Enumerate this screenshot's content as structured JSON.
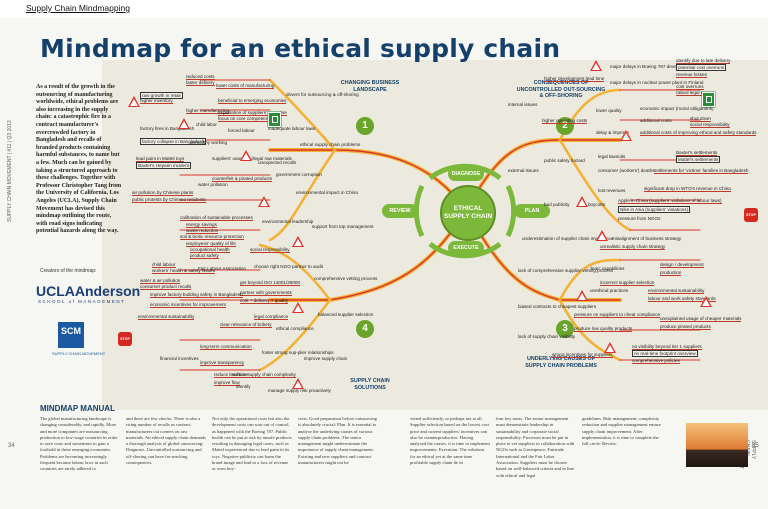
{
  "header": {
    "section": "Supply Chain Mindmapping",
    "title": "Mindmap for an ethical supply chain"
  },
  "intro": "As a result of the growth in the outsourcing of manufacturing worldwide, ethical problems are also increasing in the supply chain: a catastrophic fire in a contract manufacturer's overcrowded factory in Bangladesh and recalls of branded products containing harmful substances, to name but a few. Much can be gained by taking a structured approach to these challenges. Together with Professor Christopher Tang from the University of California, Los Angeles (UCLA), Supply Chain Movement has devised this mindmap outlining the route, with road signs indicating potential hazards along the way.",
  "creators": {
    "label": "Creators of the mindmap:",
    "ucla": "UCLAAnderson",
    "ucla_sub": "SCHOOL of MANAGEMENT",
    "scm": "SCM",
    "scm_sub": "SUPPLY CHAIN MOVEMENT"
  },
  "center": "ETHICAL SUPPLY CHAIN",
  "phases": {
    "diagnose": "DIAGNOSE",
    "plan": "PLAN",
    "execute": "EXECUTE",
    "review": "REVIEW"
  },
  "numbers": [
    "1",
    "2",
    "3",
    "4"
  ],
  "branches": {
    "b1": "CHANGING BUSINESS LANDSCAPE",
    "b2": "CONSEQUENCES OF UNCONTROLLED OUT-SOURCING & OFF-SHORING",
    "b3": "UNDERLYING CAUSES OF SUPPLY CHAIN PROBLEMS",
    "b4": "SUPPLY CHAIN SOLUTIONS"
  },
  "leaves": {
    "l1": "raw growth in retail",
    "l2": "higher inventory",
    "l3": "reduced costs",
    "l4": "faster delivery",
    "l5": "lower costs of manufacturing",
    "l6": "factory fires in Bangladesh",
    "l7": "factory collapse in Bangladesh",
    "l8": "higher manufacturing",
    "l9": "child labor",
    "l10": "forced labour",
    "l11": "unhealthy working",
    "l12": "lead paint in Mattel toys",
    "l13": "Baxter's Heparin incident",
    "l14": "unexpected recalls",
    "l15": "suppliers' usage of illegal raw materials",
    "l16": "government corruption",
    "l17": "air pollution by Chinese plants",
    "l18": "public protests by Chinese residents",
    "l19": "water pollution",
    "l20": "drivers for outsourcing & off-shoring",
    "l21": "beneficial to emerging economies",
    "l22": "exploitation of suppliers' expertise",
    "l23": "focus on core competencies",
    "l24": "inadequate labour laws",
    "l25": "ethical supply chain problems",
    "l26": "counterfeit & pirated products",
    "l27": "environmental impact in China",
    "l28": "calibration of sustainable processes",
    "l29": "energy savings",
    "l30": "waste reduction",
    "l31": "soil & biotic resource protection",
    "l32": "employees' quality of life",
    "l33": "occupational health",
    "l34": "product safety",
    "l35": "social responsibility",
    "l36": "environmental leadership",
    "l37": "support from top management",
    "l38": "child labour",
    "l39": "workers' health & safety issues",
    "l40": "Fair Labour Association",
    "l41": "water & air pollution",
    "l42": "consumer product recalls",
    "l43": "choose right NGO partner to audit",
    "l44": "get beyond ISO 14001/26000",
    "l45": "partner with governments",
    "l46": "cost + delivery + quality",
    "l47": "comprehensive vetting process",
    "l48": "improve factory-building safety in Bangladesh",
    "l49": "economic incentives for improvement",
    "l50": "legal compliance",
    "l51": "environmental sustainability",
    "l52": "clear relevance of bribery",
    "l53": "ethical compliance",
    "l54": "balanced supplier selection",
    "l55": "long-term communication",
    "l56": "improve transparency",
    "l57": "foster strong sup-plier relationships",
    "l58": "financial incentives",
    "l59": "reduce lead time",
    "l60": "improve flow",
    "l61": "reduce supply chain complexity",
    "l62": "identify",
    "l63": "manage supply risk proactively",
    "l64": "improve supply chain",
    "l65": "higher development lead time",
    "l66": "major delays in Boeing 787 development",
    "l67": "major delays in nuclear power plant in Finland",
    "l68": "identify due to late delivery",
    "l69": "potential cost overruns",
    "l70": "revenue losses",
    "l71": "cost overruns",
    "l72": "raised legal issues",
    "l73": "higher operating costs",
    "l74": "lower quality",
    "l75": "delay & improve",
    "l76": "economic impact (moral obligations)",
    "l77": "additional costs",
    "l78": "shut down",
    "l79": "social responsibility",
    "l80": "additional costs of improving ethical and safety standards",
    "l81": "public safety hazard",
    "l82": "legal lawsuits",
    "l83": "consumer (workers') deaths",
    "l84": "Baxter's settlements",
    "l85": "Mattel's settlements",
    "l86": "settlements for 'victims' families in Bangladesh",
    "l87": "lost revenues",
    "l88": "significant drop in WTO's revenue in China",
    "l89": "boycotts",
    "l90": "Apple in China (suppliers' violations of labour laws)",
    "l91": "Nike in Asia (suppliers' violations)",
    "l92": "pressure from NGOs",
    "l93": "bad publicity",
    "l94": "external issues",
    "l95": "internal issues",
    "l96": "underestimation of supplier chain importance",
    "l97": "misalignment of business strategy",
    "l98": "unrealistic supply chain strategy",
    "l99": "'lean' capabilities",
    "l100": "design / development",
    "l101": "production",
    "l102": "unethical practices",
    "l103": "environmental sustainability",
    "l104": "labour and work safety standards",
    "l105": "lack of comprehensive supplier vetting process",
    "l106": "incorrect supplier selection",
    "l107": "pressure on suppliers to cheat compliance",
    "l108": "produce low quality products",
    "l109": "biased contracts to cheapest suppliers",
    "l110": "lack of supply chain visibility",
    "l111": "no visibility beyond tier 1 suppliers",
    "l112": "no real-time footprint overview",
    "l113": "wrong incentives for suppliers",
    "l114": "unexplained usage of cheaper materials",
    "l115": "produce pirated products",
    "l116": "comprehensive policies"
  },
  "signs": {
    "stop": "STOP"
  },
  "section": {
    "title": "MINDMAP MANUAL"
  },
  "columns": [
    "The global manufacturing landscape is changing considerably, and rapidly. More and more companies are outsourcing production to low-wage countries in order to save costs and sometimes to gain a foothold in these emerging economies. Problems are becoming increasingly frequent because labour laws in such countries are rarely adhered to",
    "and there are few checks. There is also a rising number of recalls as contract manufacturers cut corners on raw materials. An ethical supply chain demands a thorough analysis of global outsourcing: Diagnosis. Uncontrolled outsourcing and off-shoring can have far-reaching consequences.",
    "Not only the operational costs but also the development costs can soar out of control, as happened with the Boeing 787. Public health can be put at risk by unsafe products resulting in damaging legal cases, such as Mattel experienced due to lead paint in its toys. Negative publicity can harm the brand image and lead to a loss of revenue or even boy-",
    "cotts. Good preparation before outsourcing is absolutely crucial: Plan. It is essential to analyse the underlying causes of various supply chain problems. The senior management might underestimate the importance of supply chain management. Existing and new suppliers and contract manufacturers might not be",
    "vetted sufficiently, or perhaps not at all. Supplier selection based on the lowest cost price and current suppliers' incentives can also be counterproductive. Having analysed the causes, it is time to implement improvements: Execution. The solutions for an ethical yet at the same time profitable supply chain lie in",
    "four key areas. The senior management must demonstrate leadership in sustainability and corporate social responsibility. Processes must be put in place to vet suppliers in collaboration with NGOs such as Greenpeace, Fairtrade International and the Fair Labor Association. Suppliers must be chosen based on well-balanced criteria and in line with ethical and legal",
    "guidelines. Risk management, complexity reduction and supplier management ensure supply chain improvement. After implementation, it is time to complete the full circle: Review."
  ],
  "footer": {
    "left_page": "34",
    "right_page": "35",
    "left_side": "SUPPLY CHAIN MOVEMENT | #11 | Q3 2013",
    "right_side": "SUPPLY CHAIN MOVEMENT | #11 | Q3 2013"
  },
  "colors": {
    "title": "#14406b",
    "branch_orange": "#f3b236",
    "branch_red": "#d8362b",
    "accent_green": "#7cb83a"
  }
}
